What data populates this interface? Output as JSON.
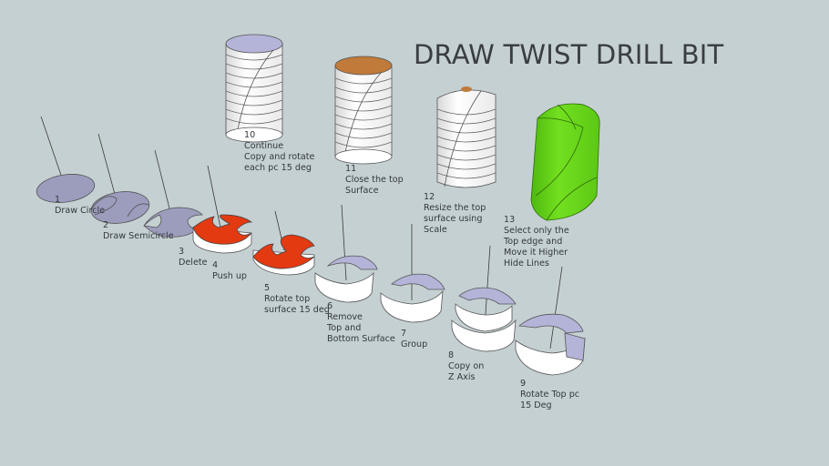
{
  "title": "DRAW TWIST DRILL BIT",
  "colors": {
    "background": "#c5d0d3",
    "flat_face": "#9c9cbd",
    "pushed_top": "#e33a12",
    "inner_face": "#b4b4d8",
    "white_face": "#ffffff",
    "cap_brown": "#c07a3a",
    "final_green": "#66d419",
    "edge": "#3a3a3a"
  },
  "steps": [
    {
      "num": "1",
      "text": "Draw Circle"
    },
    {
      "num": "2",
      "text": "Draw Semicircle"
    },
    {
      "num": "3",
      "text": "Delete"
    },
    {
      "num": "4",
      "text": "Push up"
    },
    {
      "num": "5",
      "text": "Rotate top\nsurface 15 deg"
    },
    {
      "num": "6",
      "text": "Remove\nTop and\nBottom Surface"
    },
    {
      "num": "7",
      "text": "Group"
    },
    {
      "num": "8",
      "text": "Copy on\nZ Axis"
    },
    {
      "num": "9",
      "text": "Rotate Top pc\n15 Deg"
    },
    {
      "num": "10",
      "text": "Continue\nCopy and rotate\neach pc 15 deg"
    },
    {
      "num": "11",
      "text": "Close the top\nSurface"
    },
    {
      "num": "12",
      "text": "Resize the top\nsurface using\nScale"
    },
    {
      "num": "13",
      "text": "Select only the\nTop edge and\nMove it Higher\nHide Lines"
    }
  ]
}
